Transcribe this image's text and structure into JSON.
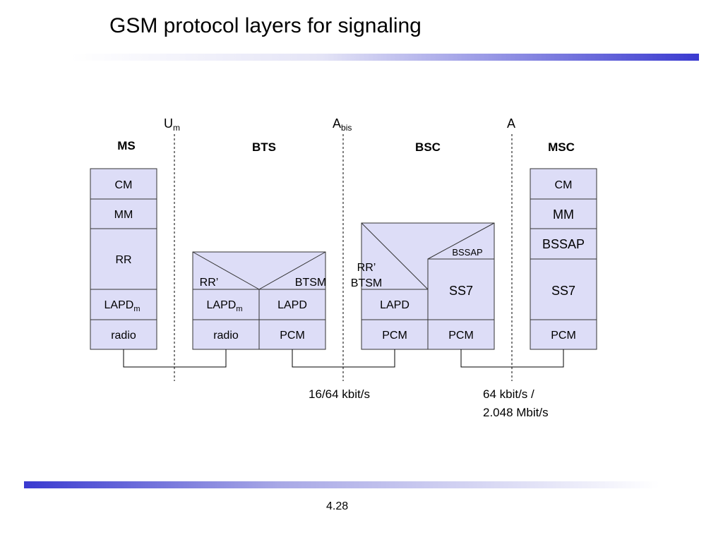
{
  "slide": {
    "title": "GSM protocol layers for signaling",
    "page_number": "4.28"
  },
  "interfaces": {
    "um": {
      "main": "U",
      "sub": "m"
    },
    "abis": {
      "main": "A",
      "sub": "bis"
    },
    "a": {
      "main": "A",
      "sub": ""
    }
  },
  "nodes": {
    "ms": "MS",
    "bts": "BTS",
    "bsc": "BSC",
    "msc": "MSC"
  },
  "ms_stack": {
    "cm": "CM",
    "mm": "MM",
    "rr": "RR",
    "lapdm": {
      "main": "LAPD",
      "sub": "m"
    },
    "radio": "radio"
  },
  "bts_stack": {
    "rr_prime": "RR’",
    "btsm": "BTSM",
    "lapdm": {
      "main": "LAPD",
      "sub": "m"
    },
    "lapd": "LAPD",
    "radio": "radio",
    "pcm": "PCM"
  },
  "bsc_stack": {
    "rr_prime": "RR’",
    "btsm": "BTSM",
    "bssap": "BSSAP",
    "ss7": "SS7",
    "lapd": "LAPD",
    "pcm_left": "PCM",
    "pcm_right": "PCM"
  },
  "msc_stack": {
    "cm": "CM",
    "mm": "MM",
    "bssap": "BSSAP",
    "ss7": "SS7",
    "pcm": "PCM"
  },
  "rates": {
    "abis": "16/64 kbit/s",
    "a_line1": "64 kbit/s /",
    "a_line2": "2.048 Mbit/s"
  }
}
